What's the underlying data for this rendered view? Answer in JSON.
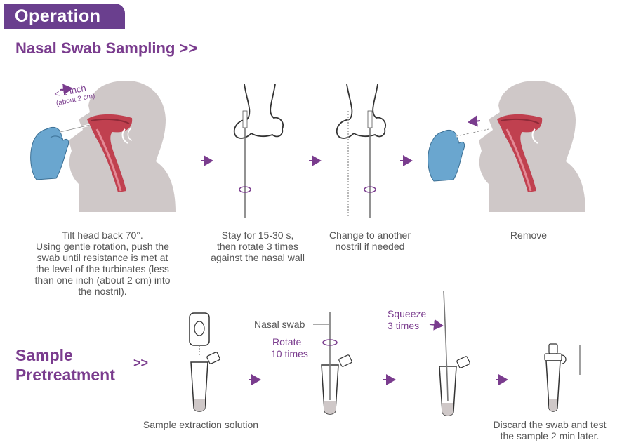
{
  "header": {
    "badge": "Operation",
    "nasal_title": "Nasal Swab Sampling >>",
    "sample_title_line1": "Sample",
    "sample_title_line2": "Pretreatment",
    "sample_arrow": ">>"
  },
  "nasal": {
    "depth_label": "< 1 inch",
    "depth_sub": "(about 2 cm)",
    "steps": [
      {
        "lines": [
          "Tilt head back 70°.",
          "Using gentle rotation, push the",
          "swab until resistance is met at",
          "the level of the turbinates (less",
          "than one inch (about 2 cm) into",
          "the nostril)."
        ]
      },
      {
        "lines": [
          "Stay for 15-30 s,",
          "then rotate 3 times",
          "against the nasal wall"
        ]
      },
      {
        "lines": [
          "Change to another",
          "nostril if needed"
        ]
      },
      {
        "lines": [
          "Remove"
        ]
      }
    ]
  },
  "pretreat": {
    "extraction_caption": "Sample extraction solution",
    "nasal_swab_label": "Nasal swab",
    "rotate_line1": "Rotate",
    "rotate_line2": "10 times",
    "squeeze_line1": "Squeeze",
    "squeeze_line2": "3 times",
    "final_line1": "Discard the swab and test",
    "final_line2": "the sample 2 min later."
  },
  "colors": {
    "purple": "#7a3c8e",
    "badge": "#6a3f8e",
    "head": "#cfc8c8",
    "tissue": "#c0404f",
    "glove": "#6aa6cf",
    "outline": "#333333",
    "text": "#555555"
  }
}
